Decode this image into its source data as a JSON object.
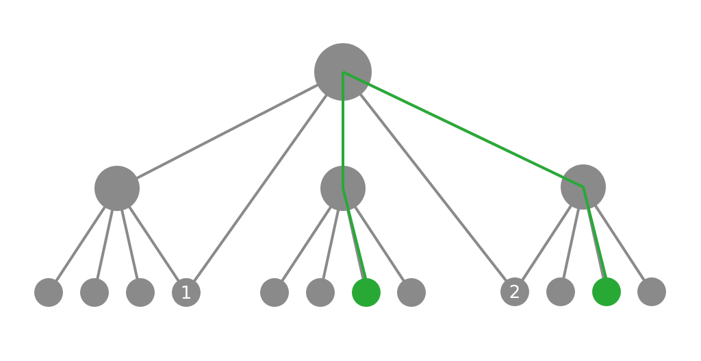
{
  "colors": {
    "node": "#8a8a8a",
    "edge": "#8a8a8a",
    "highlight": "#28a936",
    "label": "#ffffff",
    "background": "#ffffff"
  },
  "tree": {
    "root": "root",
    "nodes": [
      {
        "id": "root",
        "level": 0,
        "label": "",
        "highlighted": false
      },
      {
        "id": "a",
        "level": 1,
        "label": "",
        "highlighted": false
      },
      {
        "id": "b",
        "level": 1,
        "label": "",
        "highlighted": false
      },
      {
        "id": "c",
        "level": 1,
        "label": "",
        "highlighted": false
      },
      {
        "id": "a1",
        "level": 2,
        "label": "",
        "highlighted": false
      },
      {
        "id": "a2",
        "level": 2,
        "label": "",
        "highlighted": false
      },
      {
        "id": "a3",
        "level": 2,
        "label": "",
        "highlighted": false
      },
      {
        "id": "n1",
        "level": 2,
        "label": "1",
        "highlighted": false
      },
      {
        "id": "b1",
        "level": 2,
        "label": "",
        "highlighted": false
      },
      {
        "id": "b2",
        "level": 2,
        "label": "",
        "highlighted": false
      },
      {
        "id": "b3",
        "level": 2,
        "label": "",
        "highlighted": true
      },
      {
        "id": "b4",
        "level": 2,
        "label": "",
        "highlighted": false
      },
      {
        "id": "n2",
        "level": 2,
        "label": "2",
        "highlighted": false
      },
      {
        "id": "c1",
        "level": 2,
        "label": "",
        "highlighted": false
      },
      {
        "id": "c2",
        "level": 2,
        "label": "",
        "highlighted": true
      },
      {
        "id": "c3",
        "level": 2,
        "label": "",
        "highlighted": false
      }
    ],
    "edges": [
      {
        "from": "root",
        "to": "a"
      },
      {
        "from": "root",
        "to": "n1"
      },
      {
        "from": "root",
        "to": "b"
      },
      {
        "from": "root",
        "to": "n2"
      },
      {
        "from": "root",
        "to": "c"
      },
      {
        "from": "a",
        "to": "a1"
      },
      {
        "from": "a",
        "to": "a2"
      },
      {
        "from": "a",
        "to": "a3"
      },
      {
        "from": "a",
        "to": "n1"
      },
      {
        "from": "b",
        "to": "b1"
      },
      {
        "from": "b",
        "to": "b2"
      },
      {
        "from": "b",
        "to": "b3"
      },
      {
        "from": "b",
        "to": "b4"
      },
      {
        "from": "c",
        "to": "n2"
      },
      {
        "from": "c",
        "to": "c1"
      },
      {
        "from": "c",
        "to": "c2"
      },
      {
        "from": "c",
        "to": "c3"
      }
    ],
    "highlighted_paths": [
      [
        "root",
        "b",
        "b3"
      ],
      [
        "root",
        "c",
        "c2"
      ]
    ]
  }
}
